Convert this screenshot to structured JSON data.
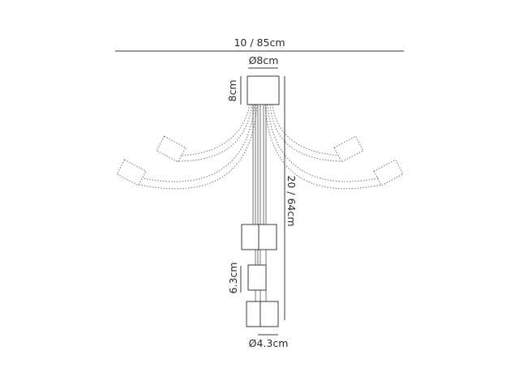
{
  "dimensions": {
    "width": "10 / 85cm",
    "canopy_diameter": "Ø8cm",
    "canopy_height": "8cm",
    "drop": "20 / 64cm",
    "shade_height": "6.3cm",
    "shade_diameter": "Ø4.3cm"
  }
}
